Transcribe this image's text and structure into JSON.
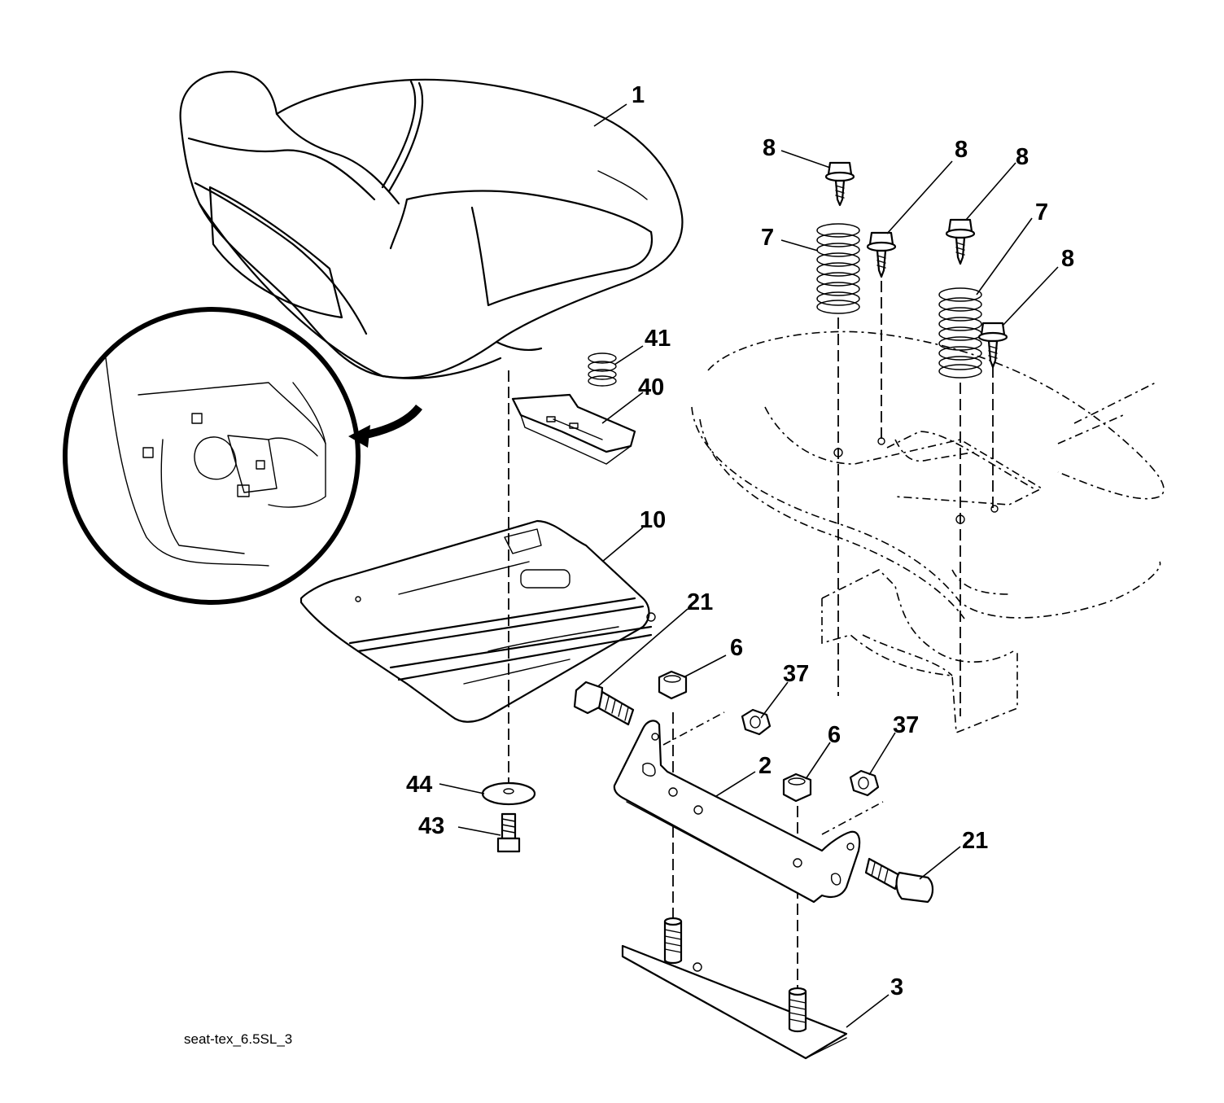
{
  "caption": "seat-tex_6.5SL_3",
  "callouts": [
    {
      "id": "c1",
      "text": "1"
    },
    {
      "id": "c8a",
      "text": "8"
    },
    {
      "id": "c8b",
      "text": "8"
    },
    {
      "id": "c8c",
      "text": "8"
    },
    {
      "id": "c7a",
      "text": "7"
    },
    {
      "id": "c7b",
      "text": "7"
    },
    {
      "id": "c8d",
      "text": "8"
    },
    {
      "id": "c41",
      "text": "41"
    },
    {
      "id": "c40",
      "text": "40"
    },
    {
      "id": "c10",
      "text": "10"
    },
    {
      "id": "c21a",
      "text": "21"
    },
    {
      "id": "c6a",
      "text": "6"
    },
    {
      "id": "c37a",
      "text": "37"
    },
    {
      "id": "c2",
      "text": "2"
    },
    {
      "id": "c6b",
      "text": "6"
    },
    {
      "id": "c37b",
      "text": "37"
    },
    {
      "id": "c44",
      "text": "44"
    },
    {
      "id": "c43",
      "text": "43"
    },
    {
      "id": "c21b",
      "text": "21"
    },
    {
      "id": "c3",
      "text": "3"
    }
  ]
}
